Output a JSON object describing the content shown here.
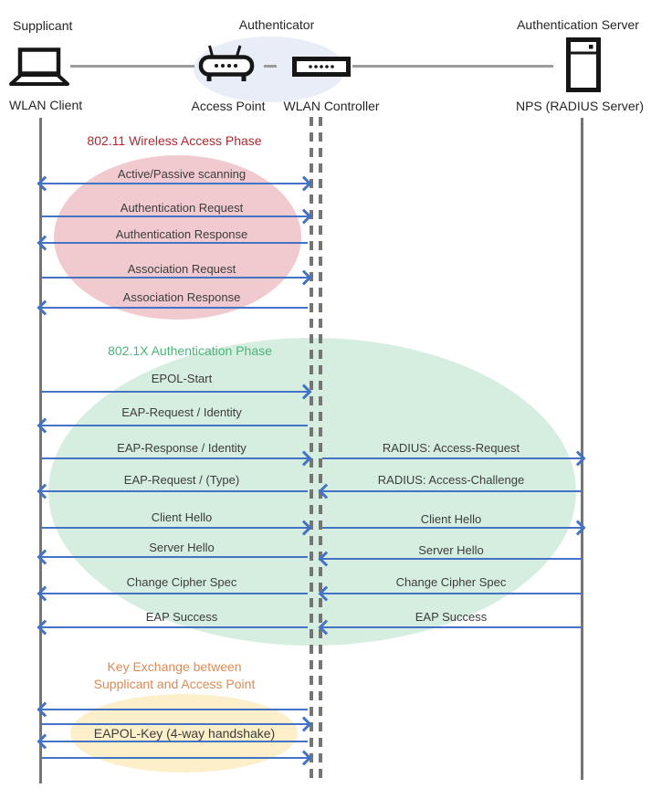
{
  "diagram": {
    "title_implicit": "WLAN 802.1X authentication sequence",
    "actors": [
      {
        "role": "Supplicant",
        "device": "WLAN Client"
      },
      {
        "role": "Authenticator",
        "devices": [
          "Access Point",
          "WLAN Controller"
        ]
      },
      {
        "role": "Authentication Server",
        "device": "NPS (RADIUS Server)"
      }
    ],
    "phases": [
      {
        "title": "802.11 Wireless Access Phase",
        "title_color": "#B1292F",
        "fill": "#F1CACF"
      },
      {
        "title": "802.1X Authentication Phase",
        "title_color": "#4AB47A",
        "fill": "#D6EEE0"
      },
      {
        "title_line1": "Key Exchange between",
        "title_line2": "Supplicant and Access Point",
        "title_color": "#E08A55",
        "fill": "#FCEFC9"
      }
    ],
    "messages": [
      {
        "label": "Active/Passive scanning",
        "from": "WLAN Client",
        "to": "WLAN Controller",
        "direction": "both"
      },
      {
        "label": "Authentication Request",
        "from": "WLAN Client",
        "to": "WLAN Controller",
        "direction": "right"
      },
      {
        "label": "Authentication Response",
        "from": "WLAN Controller",
        "to": "WLAN Client",
        "direction": "left"
      },
      {
        "label": "Association Request",
        "from": "WLAN Client",
        "to": "WLAN Controller",
        "direction": "right"
      },
      {
        "label": "Association Response",
        "from": "WLAN Controller",
        "to": "WLAN Client",
        "direction": "left"
      },
      {
        "label": "EPOL-Start",
        "from": "WLAN Client",
        "to": "WLAN Controller",
        "direction": "right"
      },
      {
        "label": "EAP-Request / Identity",
        "from": "WLAN Controller",
        "to": "WLAN Client",
        "direction": "left"
      },
      {
        "label": "EAP-Response / Identity",
        "from": "WLAN Client",
        "to": "WLAN Controller",
        "direction": "right"
      },
      {
        "label": "RADIUS: Access-Request",
        "from": "WLAN Controller",
        "to": "NPS (RADIUS Server)",
        "direction": "right"
      },
      {
        "label": "EAP-Request / (Type)",
        "from": "WLAN Controller",
        "to": "WLAN Client",
        "direction": "left"
      },
      {
        "label": "RADIUS: Access-Challenge",
        "from": "NPS (RADIUS Server)",
        "to": "WLAN Controller",
        "direction": "left"
      },
      {
        "label": "Client Hello",
        "from": "WLAN Client",
        "to": "WLAN Controller",
        "direction": "right"
      },
      {
        "label": "Client Hello",
        "from": "WLAN Controller",
        "to": "NPS (RADIUS Server)",
        "direction": "right"
      },
      {
        "label": "Server Hello",
        "from": "WLAN Controller",
        "to": "WLAN Client",
        "direction": "left"
      },
      {
        "label": "Server Hello",
        "from": "NPS (RADIUS Server)",
        "to": "WLAN Controller",
        "direction": "left"
      },
      {
        "label": "Change Cipher Spec",
        "from": "WLAN Controller",
        "to": "WLAN Client",
        "direction": "left"
      },
      {
        "label": "Change Cipher Spec",
        "from": "NPS (RADIUS Server)",
        "to": "WLAN Controller",
        "direction": "left"
      },
      {
        "label": "EAP Success",
        "from": "WLAN Controller",
        "to": "WLAN Client",
        "direction": "left"
      },
      {
        "label": "EAP Success",
        "from": "NPS (RADIUS Server)",
        "to": "WLAN Controller",
        "direction": "left"
      },
      {
        "label": "EAPOL-Key (4-way handshake)",
        "from": "WLAN Client",
        "to": "WLAN Controller",
        "direction": "both",
        "handshake_arrows": [
          "left",
          "right",
          "left",
          "right"
        ]
      }
    ],
    "colors": {
      "arrow": "#4472C4",
      "lifeline": "#757575",
      "connector": "#9B9B9B",
      "header_ellipse": "#E9EDF7"
    }
  }
}
